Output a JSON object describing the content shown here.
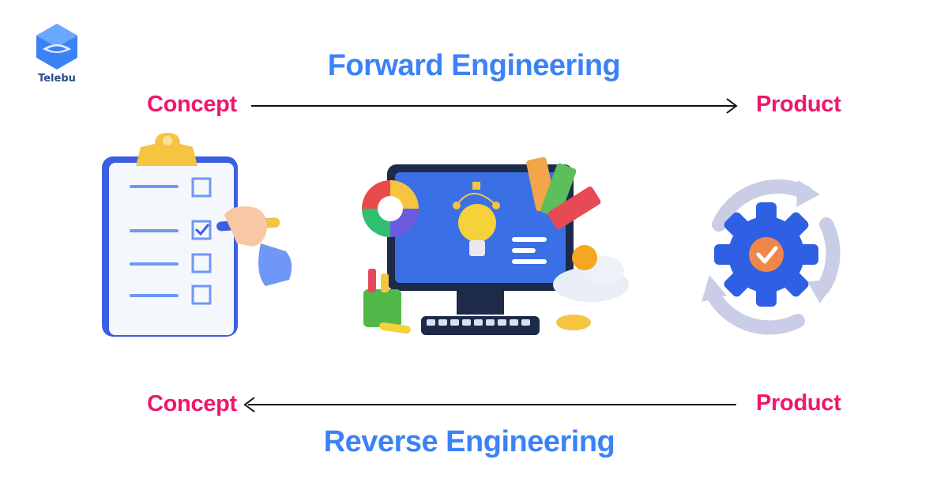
{
  "logo": {
    "name": "Telebu",
    "icon": "telebu-logo-icon"
  },
  "forward": {
    "title": "Forward Engineering",
    "from_label": "Concept",
    "to_label": "Product",
    "direction": "left-to-right"
  },
  "reverse": {
    "title": "Reverse Engineering",
    "from_label": "Product",
    "to_label": "Concept",
    "direction": "right-to-left"
  },
  "illustrations": [
    {
      "icon": "clipboard-checklist-icon"
    },
    {
      "icon": "computer-design-icon"
    },
    {
      "icon": "gear-cycle-icon"
    }
  ],
  "colors": {
    "title": "#3b82f6",
    "stage_label": "#f0166c",
    "arrow": "#111111",
    "brand_blue": "#2f5fe3"
  }
}
